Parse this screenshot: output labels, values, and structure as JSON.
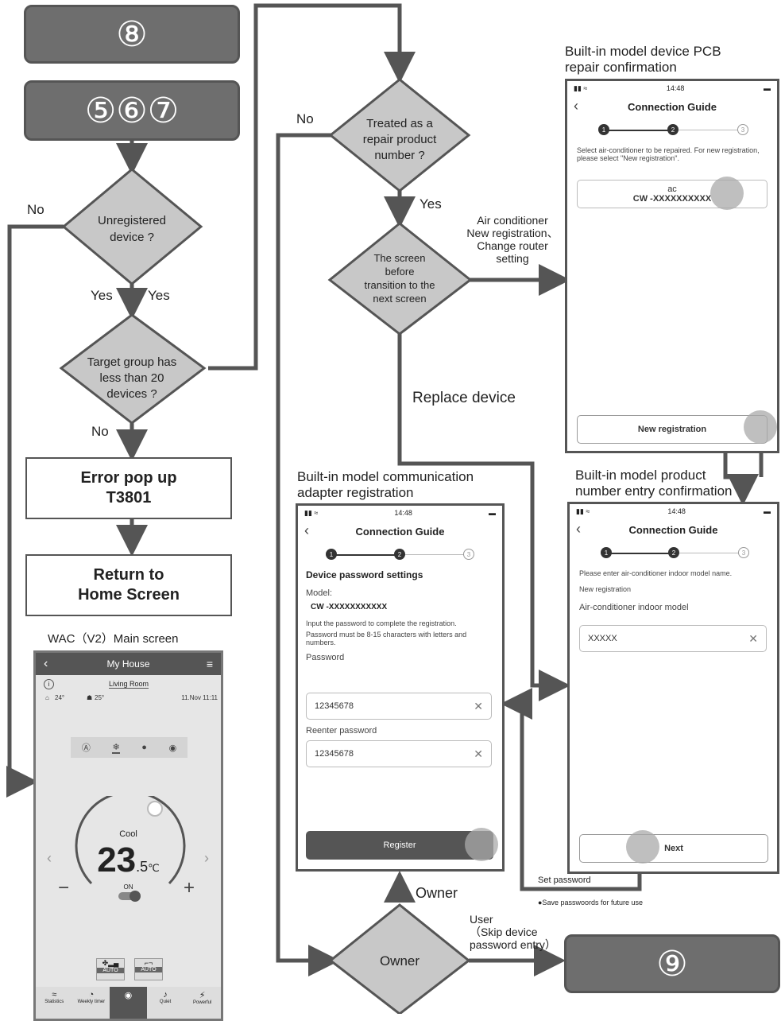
{
  "top_boxes": {
    "box8": "⑧",
    "box567": "⑤⑥⑦",
    "box9": "⑨"
  },
  "decisions": {
    "unregistered": [
      "Unregistered",
      "device ?"
    ],
    "target_group": [
      "Target group has",
      "less than 20",
      "devices ?"
    ],
    "treated": [
      "Treated as  a",
      "repair product",
      "number ?"
    ],
    "screen_before": [
      "The screen",
      "before",
      "transition to the",
      "next screen"
    ],
    "owner": "Owner"
  },
  "labels": {
    "no1": "No",
    "yes1": "Yes",
    "yes2": "Yes",
    "no2": "No",
    "no3": "No",
    "yes3": "Yes",
    "air_cond": [
      "Air conditioner",
      "New registration、",
      "Change router",
      "setting"
    ],
    "replace": "Replace device",
    "owner_arrow": "Owner",
    "user": [
      "User",
      "（Skip device",
      "password entry）"
    ],
    "set_password": "Set password",
    "save_pw": "●Save passwoords for future use"
  },
  "boxes": {
    "error": [
      "Error pop up",
      "T3801"
    ],
    "return": [
      "Return to",
      "Home Screen"
    ]
  },
  "captions": {
    "pcb": [
      "Built-in model device PCB",
      "repair confirmation"
    ],
    "product": [
      "Built-in model product",
      "number entry confirmation"
    ],
    "adapter": [
      "Built-in model communication",
      "adapter registration"
    ],
    "main": "WAC（V2）Main screen"
  },
  "phone_pcb": {
    "time": "14:48",
    "title": "Connection Guide",
    "step1": "1",
    "step2": "2",
    "step3": "3",
    "desc": "Select air-conditioner to be repaired. For new registration, please select \"New registration\".",
    "item_name": "ac",
    "item_model": "CW -XXXXXXXXXX",
    "button": "New registration"
  },
  "phone_product": {
    "time": "14:48",
    "title": "Connection Guide",
    "step1": "1",
    "step2": "2",
    "step3": "3",
    "desc": "Please enter air-conditioner indoor model name.",
    "sub": "New registration",
    "field_label": "Air-conditioner indoor model",
    "field_value": "XXXXX",
    "button": "Next"
  },
  "phone_adapter": {
    "time": "14:48",
    "title": "Connection Guide",
    "step1": "1",
    "step2": "2",
    "step3": "3",
    "heading": "Device password settings",
    "model_label": "Model:",
    "model_value": "CW -XXXXXXXXXXX",
    "desc1": "Input the password to complete the registration.",
    "desc2": "Password must be 8-15 characters with letters and numbers.",
    "pw_label": "Password",
    "pw_value": "12345678",
    "re_label": "Reenter password",
    "re_value": "12345678",
    "button": "Register"
  },
  "phone_main": {
    "title": "My House",
    "room": "Living Room",
    "indoor": "24°",
    "outdoor": "25°",
    "date": "11.Nov 11:11",
    "mode": "Cool",
    "temp": "23",
    "temp_dec": ".5",
    "unit": "℃",
    "power": "ON",
    "fan_auto": "AUTO",
    "swing_auto": "AUTO",
    "nav": [
      "Statistics",
      "Weekly timer",
      "",
      "Quiet",
      "Powerful"
    ]
  },
  "colors": {
    "flow_gray": "#6e6e6e",
    "diamond": "#c8c8c8",
    "line": "#555555"
  }
}
